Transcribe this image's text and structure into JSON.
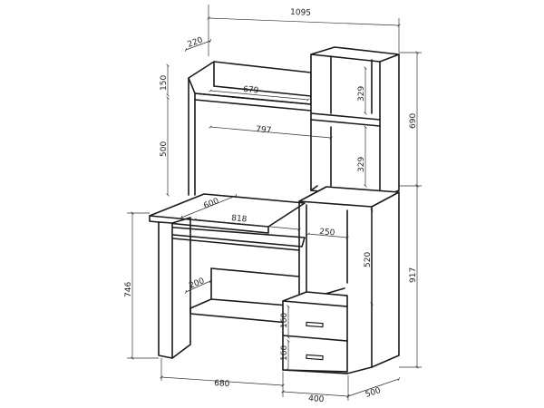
{
  "dimensions": {
    "total_width": "1095",
    "shelf_depth": "220",
    "shelf_gap_top": "150",
    "shelf_width": "679",
    "cabinet_shelf_upper": "329",
    "superstructure_height": "690",
    "superstructure_gap": "500",
    "desk_width": "797",
    "cabinet_shelf_lower": "329",
    "desk_depth": "600",
    "desk_top_width": "818",
    "cabinet_inner_width": "250",
    "cabinet_height": "520",
    "base_height": "917",
    "desk_height": "746",
    "bottom_shelf_depth": "200",
    "drawer_top": "160",
    "drawer_bottom": "160",
    "base_left_width": "680",
    "base_right_width": "400",
    "base_depth": "500"
  }
}
